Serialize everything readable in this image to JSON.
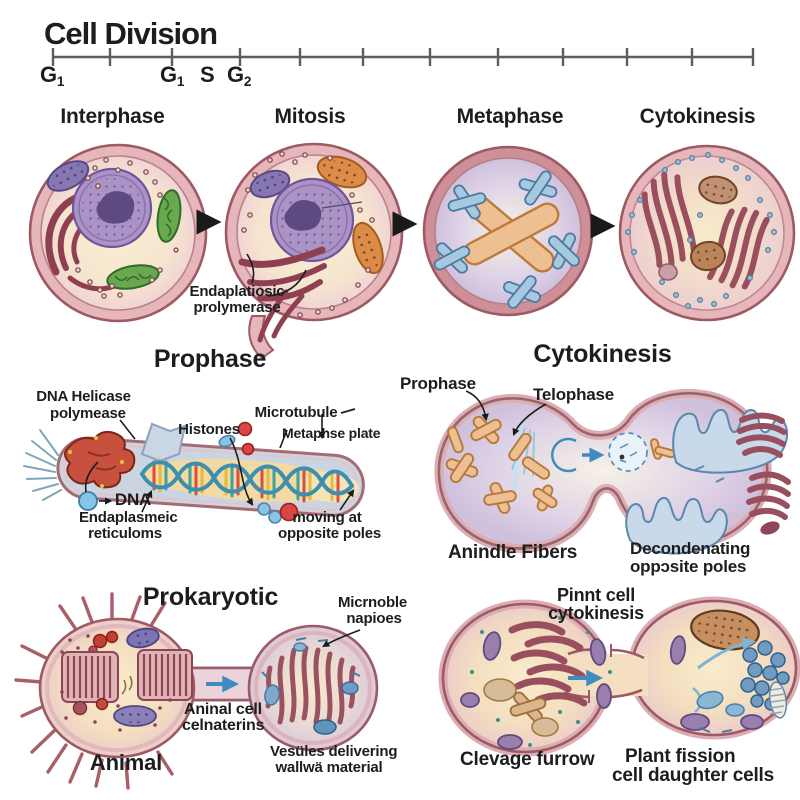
{
  "title": "Cell Division",
  "timeline": {
    "labels": [
      {
        "base": "G",
        "sub": "1"
      },
      {
        "base": "G",
        "sub": "1"
      },
      {
        "base": "S",
        "sub": ""
      },
      {
        "base": "G",
        "sub": "2"
      }
    ]
  },
  "stages": {
    "interphase": "Interphase",
    "mitosis": "Mitosis",
    "metaphase": "Metaphase",
    "cytokinesis": "Cytokinesis"
  },
  "mitosis_annotation": {
    "line1": "Endaplatiosic",
    "line2": "prolymerase"
  },
  "prophase_panel": {
    "heading": "Prophase",
    "dna_helicase": "DNA Helicase",
    "polymerase": "polymease",
    "histones": "Histones",
    "microtubule": "Microtubule",
    "metaphase_plate": "Metaphse plate",
    "dna": "DNA",
    "er_line1": "Endaplasmeic",
    "er_line2": "reticuloms",
    "moving_line1": "moving at",
    "moving_line2": "opposite poles"
  },
  "cytokinesis_panel": {
    "heading": "Cytokinesis",
    "prophase": "Prophase",
    "telophase": "Telophase",
    "spindle_fibers": "Anindle Fibers",
    "decondensing_line1": "Decondenating",
    "decondensing_line2": "oppɔsite poles"
  },
  "prokaryotic_panel": {
    "heading": "Prokaryotic",
    "microtubule_line1": "Micrnoble",
    "microtubule_line2": "napioes",
    "animal_cell_line1": "Aninal cell",
    "animal_cell_line2": "celnaterins",
    "animal": "Animal",
    "vesicles_line1": "Vesüles delivering",
    "vesicles_line2": "wallwä material"
  },
  "plant_panel": {
    "heading_line1": "Pinnt cell",
    "heading_line2": "cytokinesis",
    "cleavage_furrow": "Clevage furrow",
    "plant_fission_line1": "Plant fission",
    "plant_fission_line2": "cell daughter cells"
  },
  "colors": {
    "membrane_line": "#9d5a64",
    "membrane_fill": "#e7b6ba",
    "cytoplasm": "#f8ecd4",
    "nucleus": "#ab93c6",
    "nucleolus": "#5d4a80",
    "mitochondria_green": "#6aa84f",
    "mitochondria_orange": "#dd8c48",
    "er_red": "#9a4f5e",
    "chromosome_blue": "#a7c9e0",
    "chromosome_orange": "#eec091",
    "arrow_blue": "#3f8cc0",
    "lavender": "#d9cde4",
    "dna_strand": "#3d8fb0",
    "protein_red": "#c8503f"
  }
}
